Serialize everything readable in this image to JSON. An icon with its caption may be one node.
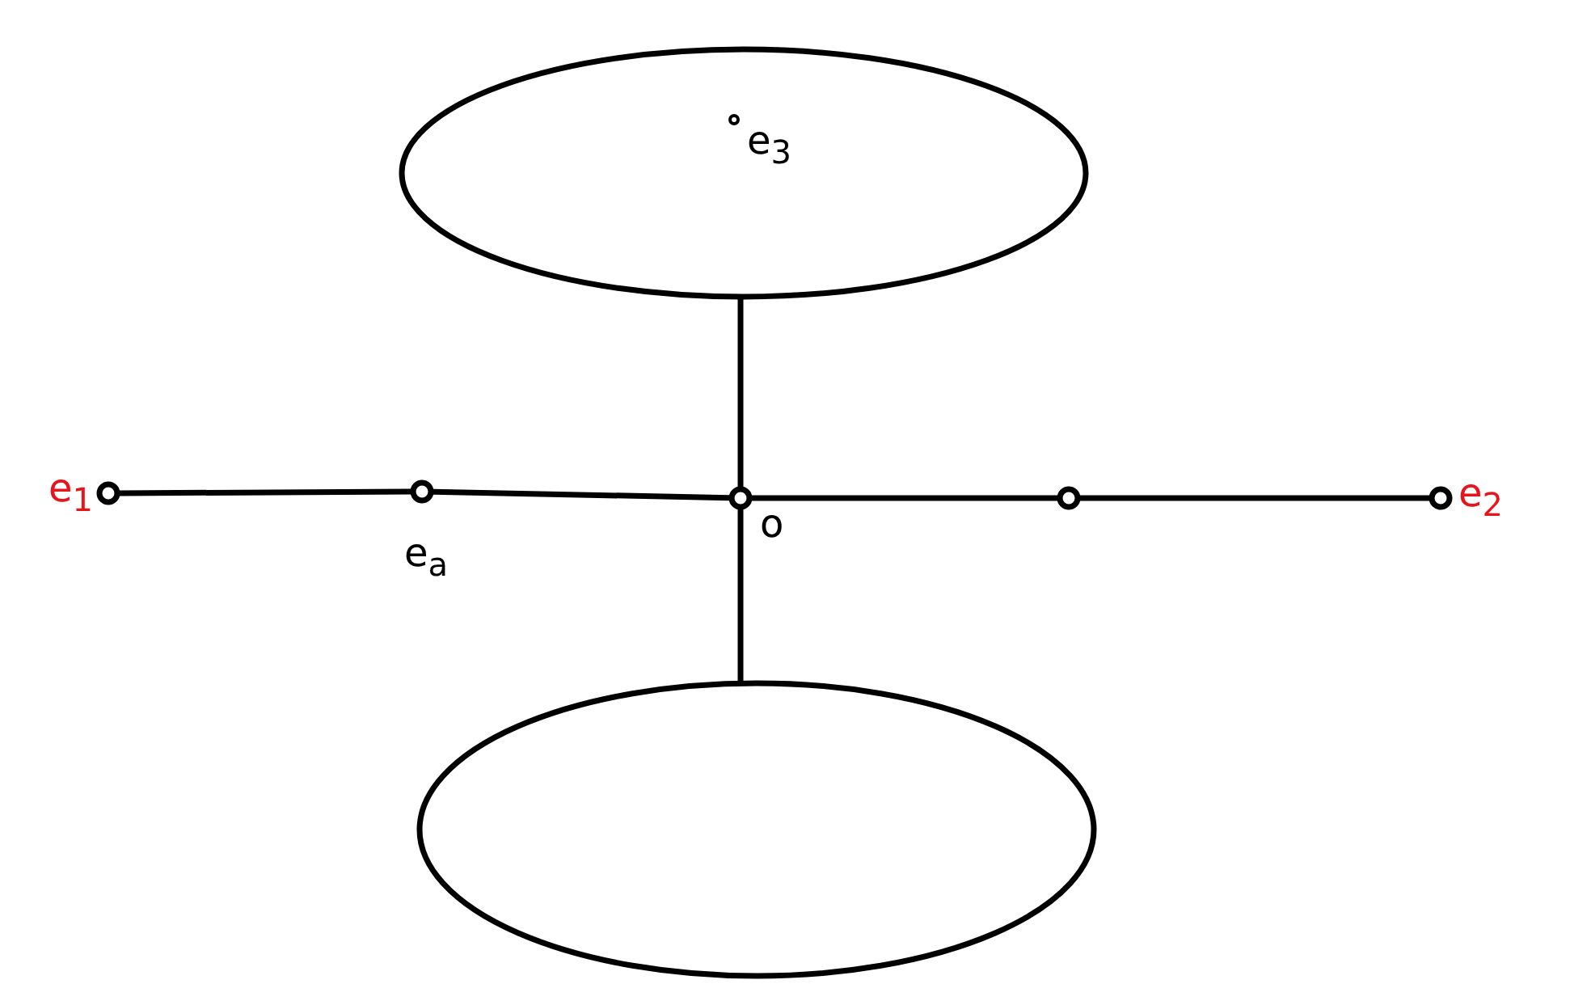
{
  "diagram": {
    "nodes": [
      {
        "text": [],
        "shape": "circle",
        "beside": [
          "e$_{1}$"
        ]
      },
      {
        "text": [],
        "shape": "circle",
        "beside": [
          "e$_{a}$"
        ]
      },
      {
        "text": [],
        "shape": "circle",
        "beside": [
          "o"
        ]
      },
      {
        "text": [],
        "shape": "circle"
      },
      {
        "text": [],
        "shape": "circle",
        "beside": [
          "e$_{2}$"
        ]
      },
      {
        "text": [
          "e$_{3}$"
        ]
      },
      {
        "text": [],
        "shape": "ellipse"
      }
    ],
    "edges": [
      {
        "from": 0,
        "to": 1,
        "arrow": "none"
      },
      {
        "from": 1,
        "to": 2,
        "arrow": "none"
      },
      {
        "from": 2,
        "to": 3,
        "arrow": "none"
      },
      {
        "from": 3,
        "to": 4,
        "arrow": "none"
      },
      {
        "from": 2,
        "to": 5,
        "arrow": "none"
      },
      {
        "from": 2,
        "to": 6,
        "arrow": "none"
      }
    ]
  }
}
